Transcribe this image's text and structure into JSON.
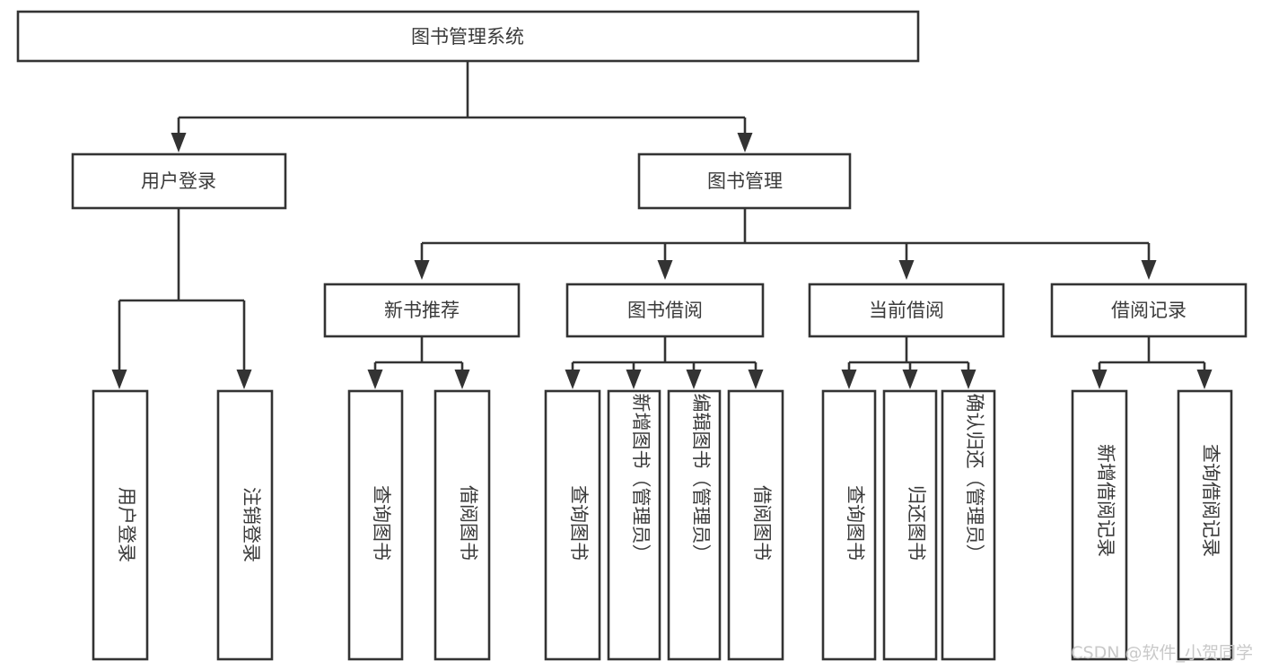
{
  "diagram": {
    "type": "tree",
    "orientation": "top-down",
    "title": "图书管理系统",
    "style": {
      "box_fill": "#ffffff",
      "box_stroke": "#333333",
      "text_color": "#3a3a3a",
      "background": "#ffffff",
      "watermark_color": "#c9c9c9"
    },
    "root": {
      "id": "root",
      "label": "图书管理系统"
    },
    "level2": [
      {
        "id": "user-login",
        "label": "用户登录"
      },
      {
        "id": "book-manage",
        "label": "图书管理"
      }
    ],
    "level3": [
      {
        "id": "new-book-recommend",
        "label": "新书推荐",
        "parent": "book-manage"
      },
      {
        "id": "book-borrow",
        "label": "图书借阅",
        "parent": "book-manage"
      },
      {
        "id": "current-borrow",
        "label": "当前借阅",
        "parent": "book-manage"
      },
      {
        "id": "borrow-record",
        "label": "借阅记录",
        "parent": "book-manage"
      }
    ],
    "leaves": {
      "user_login": [
        {
          "id": "leaf-user-login",
          "label": "用户登录"
        },
        {
          "id": "leaf-user-logout",
          "label": "注销登录"
        }
      ],
      "new_book_recommend": [
        {
          "id": "leaf-query-book-1",
          "label": "查询图书"
        },
        {
          "id": "leaf-borrow-book-1",
          "label": "借阅图书"
        }
      ],
      "book_borrow": [
        {
          "id": "leaf-query-book-2",
          "label": "查询图书"
        },
        {
          "id": "leaf-add-book",
          "label": "新增图书（管理员）"
        },
        {
          "id": "leaf-edit-book",
          "label": "编辑图书（管理员）"
        },
        {
          "id": "leaf-borrow-book-2",
          "label": "借阅图书"
        }
      ],
      "current_borrow": [
        {
          "id": "leaf-query-book-3",
          "label": "查询图书"
        },
        {
          "id": "leaf-return-book",
          "label": "归还图书"
        },
        {
          "id": "leaf-confirm-return",
          "label": "确认归还（管理员）"
        }
      ],
      "borrow_record": [
        {
          "id": "leaf-add-record",
          "label": "新增借阅记录"
        },
        {
          "id": "leaf-query-record",
          "label": "查询借阅记录"
        }
      ]
    }
  },
  "watermark": {
    "text": "CSDN @软件_小贺同学"
  }
}
